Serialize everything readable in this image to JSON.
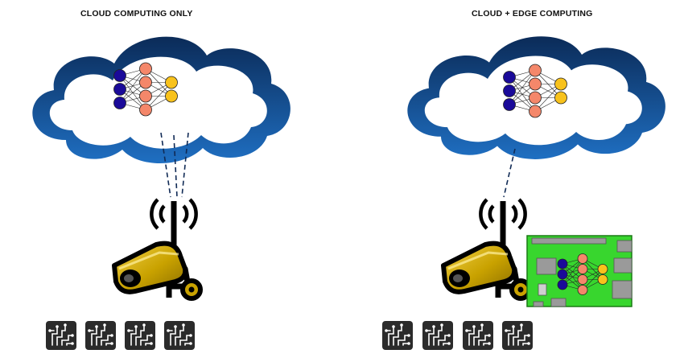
{
  "panels": {
    "left": {
      "title": "CLOUD COMPUTING ONLY",
      "connection_links": 3,
      "edge_board": false,
      "chip_count": 4
    },
    "right": {
      "title": "CLOUD + EDGE COMPUTING",
      "connection_links": 1,
      "edge_board": true,
      "chip_count": 4
    }
  },
  "neural_network": {
    "layers": [
      3,
      4,
      2
    ],
    "colors": {
      "input": "#1a0a99",
      "hidden": "#f4876a",
      "output": "#f8c21c"
    }
  },
  "colors": {
    "cloud_dark": "#0b2b58",
    "cloud_light": "#1f6fc2",
    "camera_body": "#c9a200",
    "board_green": "#38d62e",
    "chip_dark": "#2b2b2b",
    "icon_outline": "#000000"
  },
  "icons": {
    "cloud": "cloud-icon",
    "camera": "security-camera-icon",
    "wifi": "wireless-signal-icon",
    "chip": "circuit-chip-icon",
    "board": "single-board-computer-icon"
  }
}
